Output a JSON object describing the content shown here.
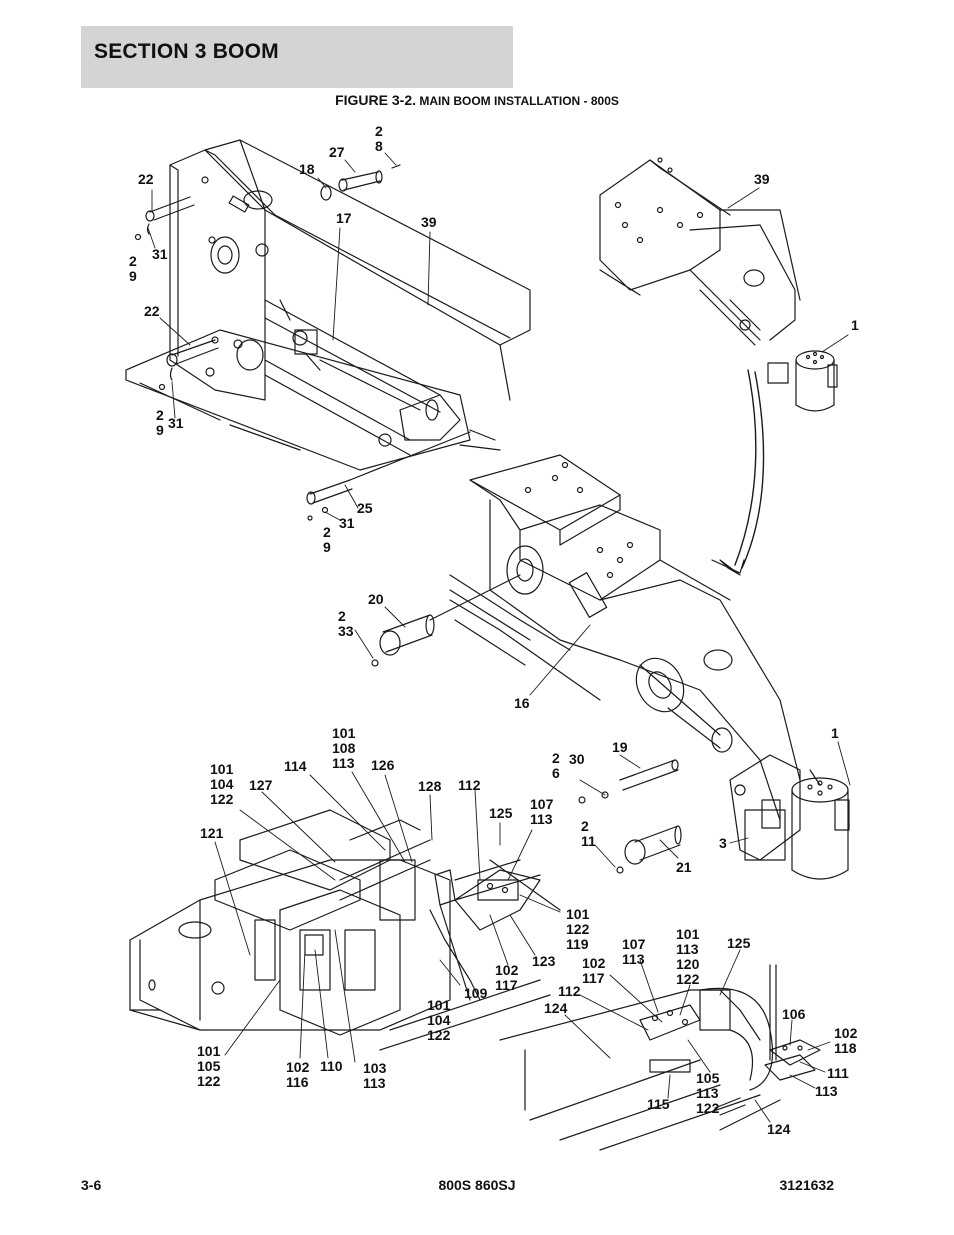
{
  "header": {
    "section": "SECTION 3   BOOM"
  },
  "figure": {
    "prefix": "FIGURE 3-2.",
    "title": " MAIN BOOM INSTALLATION - 800S"
  },
  "callouts": [
    {
      "id": "c-28",
      "text": "2\n8"
    },
    {
      "id": "c-27",
      "text": "27"
    },
    {
      "id": "c-18",
      "text": "18"
    },
    {
      "id": "c-22a",
      "text": "22"
    },
    {
      "id": "c-17",
      "text": "17"
    },
    {
      "id": "c-39a",
      "text": "39"
    },
    {
      "id": "c-29a",
      "text": "2\n9"
    },
    {
      "id": "c-31a",
      "text": "31"
    },
    {
      "id": "c-22b",
      "text": "22"
    },
    {
      "id": "c-29b",
      "text": "2\n9"
    },
    {
      "id": "c-31b",
      "text": "31"
    },
    {
      "id": "c-39b",
      "text": "39"
    },
    {
      "id": "c-1a",
      "text": "1"
    },
    {
      "id": "c-25",
      "text": "25"
    },
    {
      "id": "c-31c",
      "text": "31"
    },
    {
      "id": "c-29c",
      "text": "2\n9"
    },
    {
      "id": "c-20",
      "text": "20"
    },
    {
      "id": "c-233",
      "text": "2\n33"
    },
    {
      "id": "c-16",
      "text": "16"
    },
    {
      "id": "c-1b",
      "text": "1"
    },
    {
      "id": "c-19",
      "text": "19"
    },
    {
      "id": "c-26",
      "text": "2\n6"
    },
    {
      "id": "c-30",
      "text": "30"
    },
    {
      "id": "c-211",
      "text": "2\n11"
    },
    {
      "id": "c-3",
      "text": "3"
    },
    {
      "id": "c-21",
      "text": "21"
    },
    {
      "id": "c-101-108-113",
      "text": "101\n108\n113"
    },
    {
      "id": "c-101-104-122a",
      "text": "101\n104\n122"
    },
    {
      "id": "c-127",
      "text": "127"
    },
    {
      "id": "c-114",
      "text": "114"
    },
    {
      "id": "c-126",
      "text": "126"
    },
    {
      "id": "c-128",
      "text": "128"
    },
    {
      "id": "c-112a",
      "text": "112"
    },
    {
      "id": "c-125a",
      "text": "125"
    },
    {
      "id": "c-107-113a",
      "text": "107\n113"
    },
    {
      "id": "c-121",
      "text": "121"
    },
    {
      "id": "c-101-122-119",
      "text": "101\n122\n119"
    },
    {
      "id": "c-123",
      "text": "123"
    },
    {
      "id": "c-102-117a",
      "text": "102\n117"
    },
    {
      "id": "c-109",
      "text": "109"
    },
    {
      "id": "c-101-104-122b",
      "text": "101\n104\n122"
    },
    {
      "id": "c-101-105-122",
      "text": "101\n105\n122"
    },
    {
      "id": "c-102-116",
      "text": "102\n116"
    },
    {
      "id": "c-110",
      "text": "110"
    },
    {
      "id": "c-103-113",
      "text": "103\n113"
    },
    {
      "id": "c-107-113b",
      "text": "107\n113"
    },
    {
      "id": "c-101-113-120-122",
      "text": "101\n113\n120\n122"
    },
    {
      "id": "c-125b",
      "text": "125"
    },
    {
      "id": "c-102-117b",
      "text": "102\n117"
    },
    {
      "id": "c-112b",
      "text": "112"
    },
    {
      "id": "c-124a",
      "text": "124"
    },
    {
      "id": "c-106",
      "text": "106"
    },
    {
      "id": "c-102-118",
      "text": "102\n118"
    },
    {
      "id": "c-111",
      "text": "111"
    },
    {
      "id": "c-113",
      "text": "113"
    },
    {
      "id": "c-115",
      "text": "115"
    },
    {
      "id": "c-105-113-122",
      "text": "105\n113\n122"
    },
    {
      "id": "c-124b",
      "text": "124"
    }
  ],
  "footer": {
    "page": "3-6",
    "model": "800S 860SJ",
    "part_number": "3121632"
  }
}
